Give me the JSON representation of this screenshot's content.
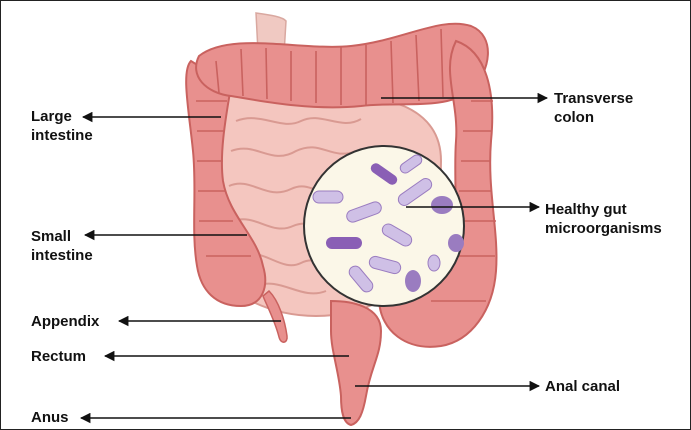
{
  "diagram": {
    "labels": {
      "large_intestine": "Large\nintestine",
      "small_intestine": "Small\nintestine",
      "appendix": "Appendix",
      "rectum": "Rectum",
      "anus": "Anus",
      "transverse_colon": "Transverse\ncolon",
      "healthy_gut_microorganisms": "Healthy gut\nmicroorganisms",
      "anal_canal": "Anal canal"
    },
    "colors": {
      "colon": "#e8908e",
      "colon_dark": "#c9625f",
      "small_intestine": "#f4c6bf",
      "small_intestine_line": "#d99a92",
      "magnifier_fill": "#fbf7e8",
      "microbe_purple": "#9a7cc0",
      "microbe_light": "#cfc0e6"
    }
  }
}
